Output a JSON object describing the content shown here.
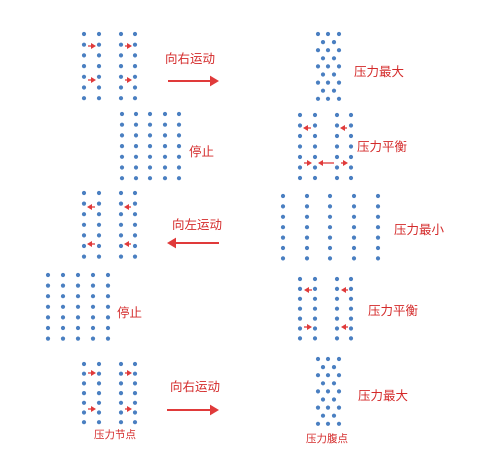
{
  "colors": {
    "dot": "#4a7fc1",
    "arrow": "#e03a3a",
    "text": "#d42a2a",
    "background": "#ffffff"
  },
  "left_column": {
    "states": [
      {
        "label": "向右运动",
        "arrow_direction": "right"
      },
      {
        "label": "停止"
      },
      {
        "label": "向左运动",
        "arrow_direction": "left"
      },
      {
        "label": "停止"
      },
      {
        "label": "向右运动",
        "arrow_direction": "right"
      }
    ],
    "caption": "压力节点"
  },
  "right_column": {
    "states": [
      {
        "label": "压力最大"
      },
      {
        "label": "压力平衡"
      },
      {
        "label": "压力最小"
      },
      {
        "label": "压力平衡"
      },
      {
        "label": "压力最大"
      }
    ],
    "caption": "压力腹点"
  }
}
